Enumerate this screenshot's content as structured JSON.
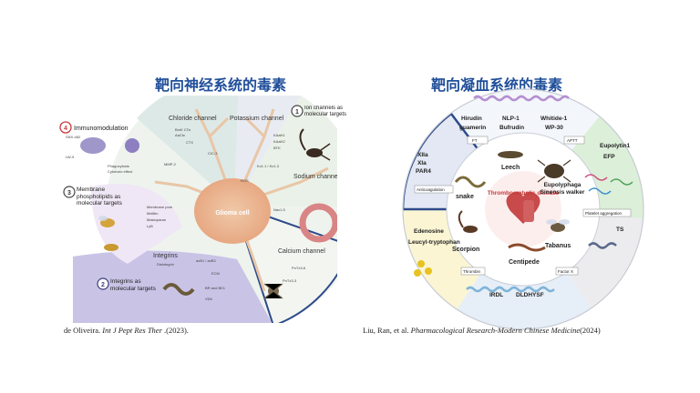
{
  "slide": {
    "title_left": "靶向神经系统的毒素",
    "title_right": "靶向凝血系统的毒素",
    "caption_left": {
      "author": "de Oliveira.",
      "journal": "Int J Pept Res Ther",
      "year": ".(2023)."
    },
    "caption_right": {
      "author": "Liu, Ran, et al.",
      "journal": "Pharmacological Research-Modern Chinese Medicine",
      "year": "(2024)"
    }
  },
  "left_figure": {
    "center_label": "Glioma cell",
    "sections": [
      {
        "label": "Chloride channel"
      },
      {
        "label": "Potassium channel"
      },
      {
        "label": "Sodium channel"
      },
      {
        "label": "Calcium channel"
      },
      {
        "label": "Integrins"
      },
      {
        "label": "Membrane phospholipids as molecular targets",
        "number": "3"
      },
      {
        "label": "Immunomodulation",
        "number": "4"
      },
      {
        "label": "Ion channels as molecular targets",
        "number": "1"
      },
      {
        "label": "Integrins as molecular targets",
        "number": "2"
      }
    ],
    "small_labels": [
      "BmK CTa",
      "AaCtx",
      "CTX",
      "CIC-3",
      "MMP-2",
      "KAaH1",
      "KAaH2",
      "BTK",
      "Kv1.1 / Kv1.3",
      "Nav1.5",
      "ROS",
      "Mellitin",
      "Mastoparan",
      "LyB",
      "Disintegrin",
      "avB1 / avB3",
      "ECM",
      "BR and BK1",
      "VDK",
      "PnTx3-6",
      "PnTx3-3",
      "SNX-482",
      "LW-9",
      "Phagocytosis",
      "Cytotoxic effect",
      "Membrane pore"
    ]
  },
  "right_figure": {
    "center_label": "Thromboembolic disease",
    "organisms": [
      {
        "label": "Leech"
      },
      {
        "label": "Eupolyphaga Sinensis walker"
      },
      {
        "label": "Tabanus"
      },
      {
        "label": "Centipede"
      },
      {
        "label": "Scorpion"
      },
      {
        "label": "snake"
      }
    ],
    "toxins": {
      "top_left": [
        "Hirudin",
        "guamerin"
      ],
      "top_mid": [
        "NLP-1",
        "Bufrudin"
      ],
      "top_right": [
        "Whitide-1",
        "WP-30"
      ],
      "right_upper": [
        "Eupolytin1",
        "EFP"
      ],
      "right_lower": [
        "TS"
      ],
      "bottom": [
        "IRDL",
        "DLDHYSF"
      ],
      "left_lower": [
        "Edenosine",
        "Leucyl-tryptophan"
      ],
      "left_upper": [
        "XIIa",
        "XIa",
        "PAR4"
      ]
    },
    "arrows": [
      "FT",
      "APTT",
      "Platelet aggregation",
      "Thrombin",
      "Factor X",
      "Anticoagulation"
    ]
  },
  "colors": {
    "title": "#1f4e9a",
    "accent_blue": "#2d4a8a",
    "purple_band": "#c9c3e6",
    "green_sector": "#dcefd8",
    "yellow_sector": "#fbf5d4"
  }
}
